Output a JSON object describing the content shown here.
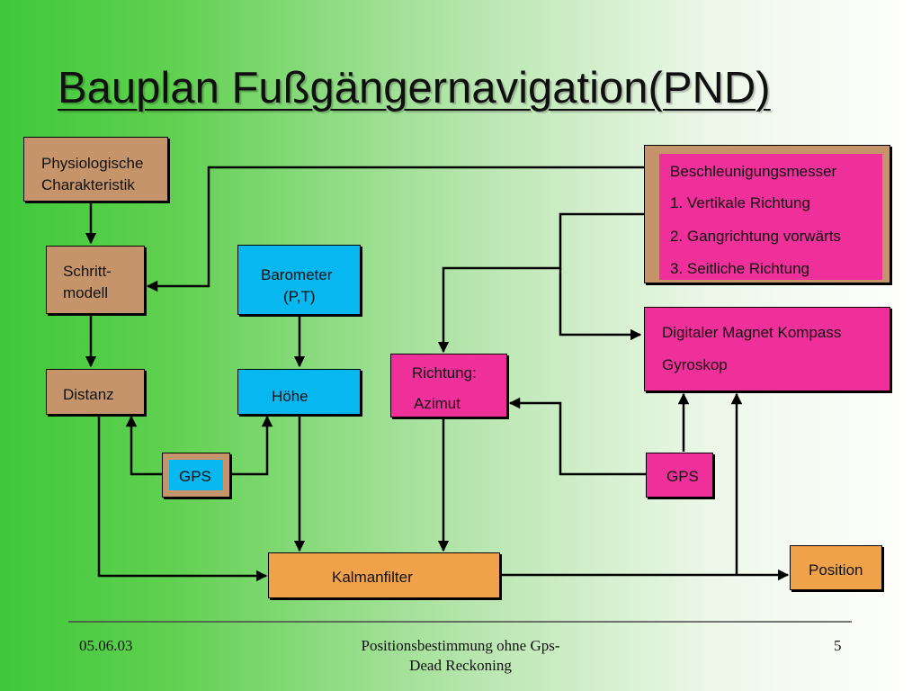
{
  "slide": {
    "title": "Bauplan Fußgängernavigation(PND)"
  },
  "boxes": {
    "physiologische": {
      "line1": "Physiologische",
      "line2": "Charakteristik"
    },
    "schritt": {
      "line1": "Schritt-",
      "line2": "modell"
    },
    "barometer": {
      "line1": "Barometer",
      "line2": "(P,T)"
    },
    "distanz": {
      "label": "Distanz"
    },
    "hoehe": {
      "label": "Höhe"
    },
    "richtung": {
      "line1": "Richtung:",
      "line2": "Azimut"
    },
    "gps_left": {
      "label": "GPS"
    },
    "gps_right": {
      "label": "GPS"
    },
    "kalman": {
      "label": "Kalmanfilter"
    },
    "position": {
      "label": "Position"
    },
    "beschleunigung": {
      "title": "Beschleunigungsmesser",
      "items": [
        "1. Vertikale Richtung",
        "2. Gangrichtung vorwärts",
        "3. Seitliche Richtung"
      ]
    },
    "kompass": {
      "line1": "Digitaler Magnet Kompass",
      "line2": "Gyroskop"
    }
  },
  "footer": {
    "date": "05.06.03",
    "center_line1": "Positionsbestimmung ohne Gps-",
    "center_line2": "Dead Reckoning",
    "page": "5"
  },
  "colors": {
    "tan": "#c5946a",
    "cyan": "#07b8f0",
    "pink": "#f0309a",
    "orange": "#f0a24a"
  }
}
